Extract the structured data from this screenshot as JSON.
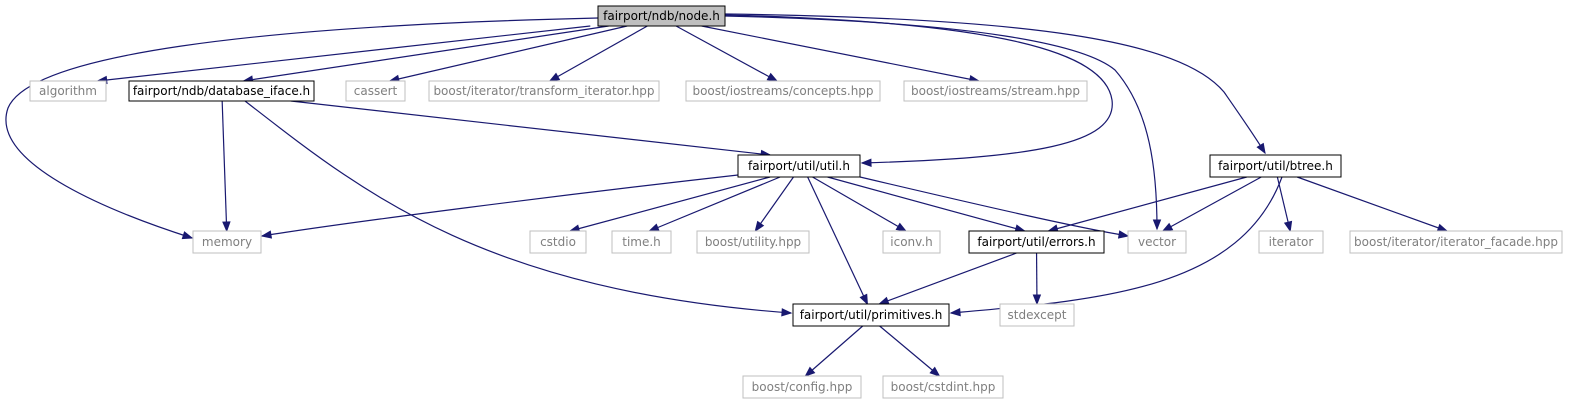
{
  "colors": {
    "edge": "#191970",
    "root_fill": "#bfbfbf",
    "project_border": "#000000",
    "external_border": "#bfbfbf",
    "external_text": "#7f7f7f"
  },
  "nodes": [
    {
      "id": "node_h",
      "label": "fairport/ndb/node.h",
      "kind": "root"
    },
    {
      "id": "algorithm",
      "label": "algorithm",
      "kind": "external"
    },
    {
      "id": "database_iface",
      "label": "fairport/ndb/database_iface.h",
      "kind": "project"
    },
    {
      "id": "cassert",
      "label": "cassert",
      "kind": "external"
    },
    {
      "id": "transform_iterator",
      "label": "boost/iterator/transform_iterator.hpp",
      "kind": "external"
    },
    {
      "id": "concepts",
      "label": "boost/iostreams/concepts.hpp",
      "kind": "external"
    },
    {
      "id": "stream",
      "label": "boost/iostreams/stream.hpp",
      "kind": "external"
    },
    {
      "id": "util_h",
      "label": "fairport/util/util.h",
      "kind": "project"
    },
    {
      "id": "btree_h",
      "label": "fairport/util/btree.h",
      "kind": "project"
    },
    {
      "id": "memory",
      "label": "memory",
      "kind": "external"
    },
    {
      "id": "cstdio",
      "label": "cstdio",
      "kind": "external"
    },
    {
      "id": "time_h",
      "label": "time.h",
      "kind": "external"
    },
    {
      "id": "utility",
      "label": "boost/utility.hpp",
      "kind": "external"
    },
    {
      "id": "iconv",
      "label": "iconv.h",
      "kind": "external"
    },
    {
      "id": "errors_h",
      "label": "fairport/util/errors.h",
      "kind": "project"
    },
    {
      "id": "vector",
      "label": "vector",
      "kind": "external"
    },
    {
      "id": "iterator",
      "label": "iterator",
      "kind": "external"
    },
    {
      "id": "iterator_facade",
      "label": "boost/iterator/iterator_facade.hpp",
      "kind": "external"
    },
    {
      "id": "primitives_h",
      "label": "fairport/util/primitives.h",
      "kind": "project"
    },
    {
      "id": "stdexcept",
      "label": "stdexcept",
      "kind": "external"
    },
    {
      "id": "config",
      "label": "boost/config.hpp",
      "kind": "external"
    },
    {
      "id": "cstdint",
      "label": "boost/cstdint.hpp",
      "kind": "external"
    }
  ],
  "edges": [
    {
      "from": "node_h",
      "to": "memory"
    },
    {
      "from": "node_h",
      "to": "algorithm"
    },
    {
      "from": "node_h",
      "to": "database_iface"
    },
    {
      "from": "node_h",
      "to": "cassert"
    },
    {
      "from": "node_h",
      "to": "transform_iterator"
    },
    {
      "from": "node_h",
      "to": "concepts"
    },
    {
      "from": "node_h",
      "to": "stream"
    },
    {
      "from": "node_h",
      "to": "util_h"
    },
    {
      "from": "node_h",
      "to": "vector"
    },
    {
      "from": "node_h",
      "to": "btree_h"
    },
    {
      "from": "database_iface",
      "to": "memory"
    },
    {
      "from": "database_iface",
      "to": "util_h"
    },
    {
      "from": "database_iface",
      "to": "primitives_h"
    },
    {
      "from": "util_h",
      "to": "memory"
    },
    {
      "from": "util_h",
      "to": "cstdio"
    },
    {
      "from": "util_h",
      "to": "time_h"
    },
    {
      "from": "util_h",
      "to": "utility"
    },
    {
      "from": "util_h",
      "to": "iconv"
    },
    {
      "from": "util_h",
      "to": "errors_h"
    },
    {
      "from": "util_h",
      "to": "vector"
    },
    {
      "from": "util_h",
      "to": "primitives_h"
    },
    {
      "from": "btree_h",
      "to": "errors_h"
    },
    {
      "from": "btree_h",
      "to": "vector"
    },
    {
      "from": "btree_h",
      "to": "iterator"
    },
    {
      "from": "btree_h",
      "to": "iterator_facade"
    },
    {
      "from": "btree_h",
      "to": "primitives_h"
    },
    {
      "from": "errors_h",
      "to": "primitives_h"
    },
    {
      "from": "errors_h",
      "to": "stdexcept"
    },
    {
      "from": "primitives_h",
      "to": "config"
    },
    {
      "from": "primitives_h",
      "to": "cstdint"
    }
  ]
}
